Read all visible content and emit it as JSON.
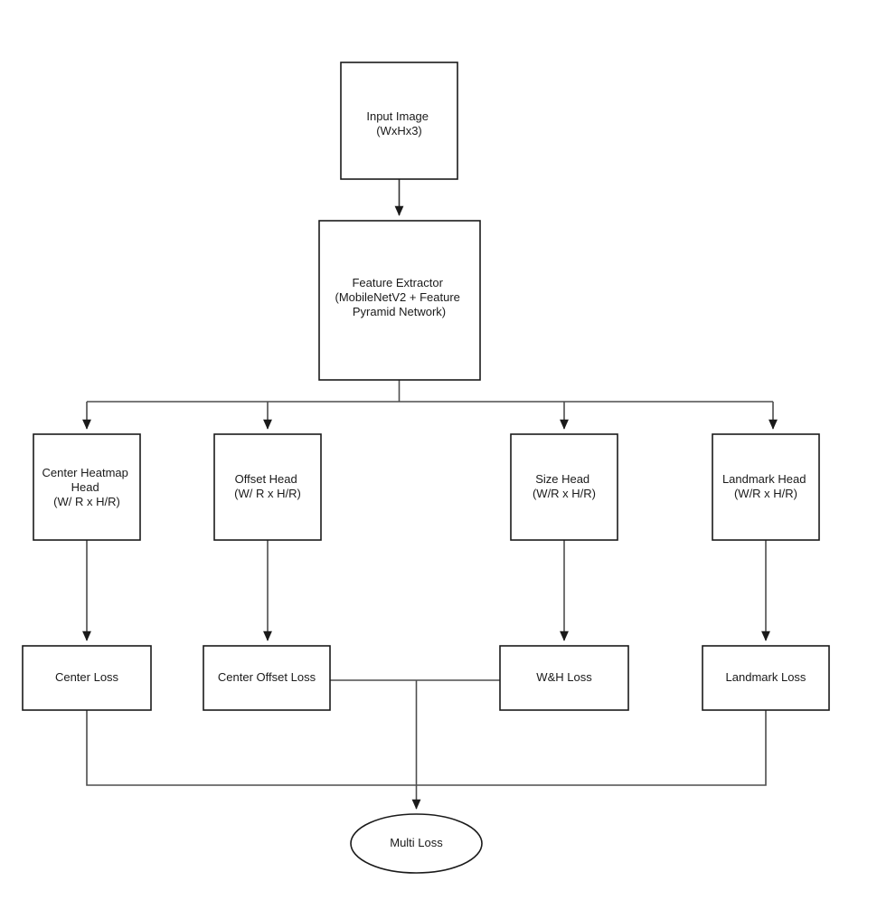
{
  "diagram": {
    "title": "Face detection network architecture flowchart",
    "background_color": "#ffffff",
    "line_color": "#4d4d4d",
    "node_stroke_color": "#1a1a1a",
    "node_fill_color": "#ffffff",
    "text_color": "#1a1a1a",
    "nodes": {
      "input_image": {
        "shape": "rectangle",
        "line1": "Input Image",
        "line2": "(WxHx3)"
      },
      "feature_extractor": {
        "shape": "rectangle",
        "line1": "Feature Extractor",
        "line2": "(MobileNetV2 + Feature",
        "line3": "Pyramid Network)"
      },
      "center_heatmap_head": {
        "shape": "rectangle",
        "line1": "Center Heatmap",
        "line2": "Head",
        "line3": "(W/ R x H/R)"
      },
      "offset_head": {
        "shape": "rectangle",
        "line1": "Offset Head",
        "line2": "(W/ R x H/R)"
      },
      "size_head": {
        "shape": "rectangle",
        "line1": "Size Head",
        "line2": "(W/R x H/R)"
      },
      "landmark_head": {
        "shape": "rectangle",
        "line1": "Landmark Head",
        "line2": "(W/R x H/R)"
      },
      "center_loss": {
        "shape": "rectangle",
        "line1": "Center Loss"
      },
      "center_offset_loss": {
        "shape": "rectangle",
        "line1": "Center Offset Loss"
      },
      "wh_loss": {
        "shape": "rectangle",
        "line1": "W&H Loss"
      },
      "landmark_loss": {
        "shape": "rectangle",
        "line1": "Landmark Loss"
      },
      "multi_loss": {
        "shape": "ellipse",
        "line1": "Multi Loss"
      }
    },
    "edges": [
      {
        "from": "input_image",
        "to": "feature_extractor",
        "arrow": true
      },
      {
        "from": "feature_extractor",
        "to": "center_heatmap_head",
        "arrow": true
      },
      {
        "from": "feature_extractor",
        "to": "offset_head",
        "arrow": true
      },
      {
        "from": "feature_extractor",
        "to": "size_head",
        "arrow": true
      },
      {
        "from": "feature_extractor",
        "to": "landmark_head",
        "arrow": true
      },
      {
        "from": "center_heatmap_head",
        "to": "center_loss",
        "arrow": true
      },
      {
        "from": "offset_head",
        "to": "center_offset_loss",
        "arrow": true
      },
      {
        "from": "size_head",
        "to": "wh_loss",
        "arrow": true
      },
      {
        "from": "landmark_head",
        "to": "landmark_loss",
        "arrow": true
      },
      {
        "from": "center_loss",
        "to": "multi_loss",
        "arrow": true
      },
      {
        "from": "center_offset_loss",
        "to": "multi_loss",
        "arrow": true
      },
      {
        "from": "wh_loss",
        "to": "multi_loss",
        "arrow": true
      },
      {
        "from": "landmark_loss",
        "to": "multi_loss",
        "arrow": true
      }
    ]
  }
}
